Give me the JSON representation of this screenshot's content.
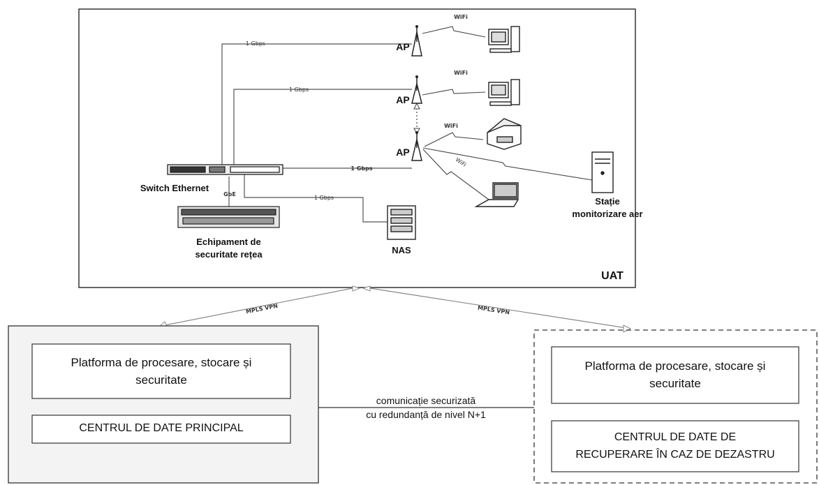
{
  "uat": {
    "title": "UAT",
    "switch_label": "Switch Ethernet",
    "security_label_line1": "Echipament de",
    "security_label_line2": "securitate rețea",
    "nas_label": "NAS",
    "station_label_line1": "Stație",
    "station_label_line2": "monitorizare aer",
    "ap_label": "AP",
    "wifi_label": "WiFi",
    "link_1gbps": "1 Gbps",
    "link_gbe": "GbE"
  },
  "vpn": {
    "left_label": "MPLS VPN",
    "right_label": "MPLS VPN"
  },
  "primary": {
    "platform_line1": "Platforma de procesare, stocare și",
    "platform_line2": "securitate",
    "center": "CENTRUL DE DATE PRINCIPAL"
  },
  "disaster": {
    "platform_line1": "Platforma de procesare, stocare și",
    "platform_line2": "securitate",
    "center_line1": "CENTRUL DE DATE DE",
    "center_line2": "RECUPERARE ÎN CAZ DE DEZASTRU"
  },
  "link": {
    "line1": "comunicație securizată",
    "line2": "cu redundanță de nivel N+1"
  },
  "colors": {
    "line": "#555555",
    "panel": "#f3f3f3",
    "border": "#333333"
  }
}
